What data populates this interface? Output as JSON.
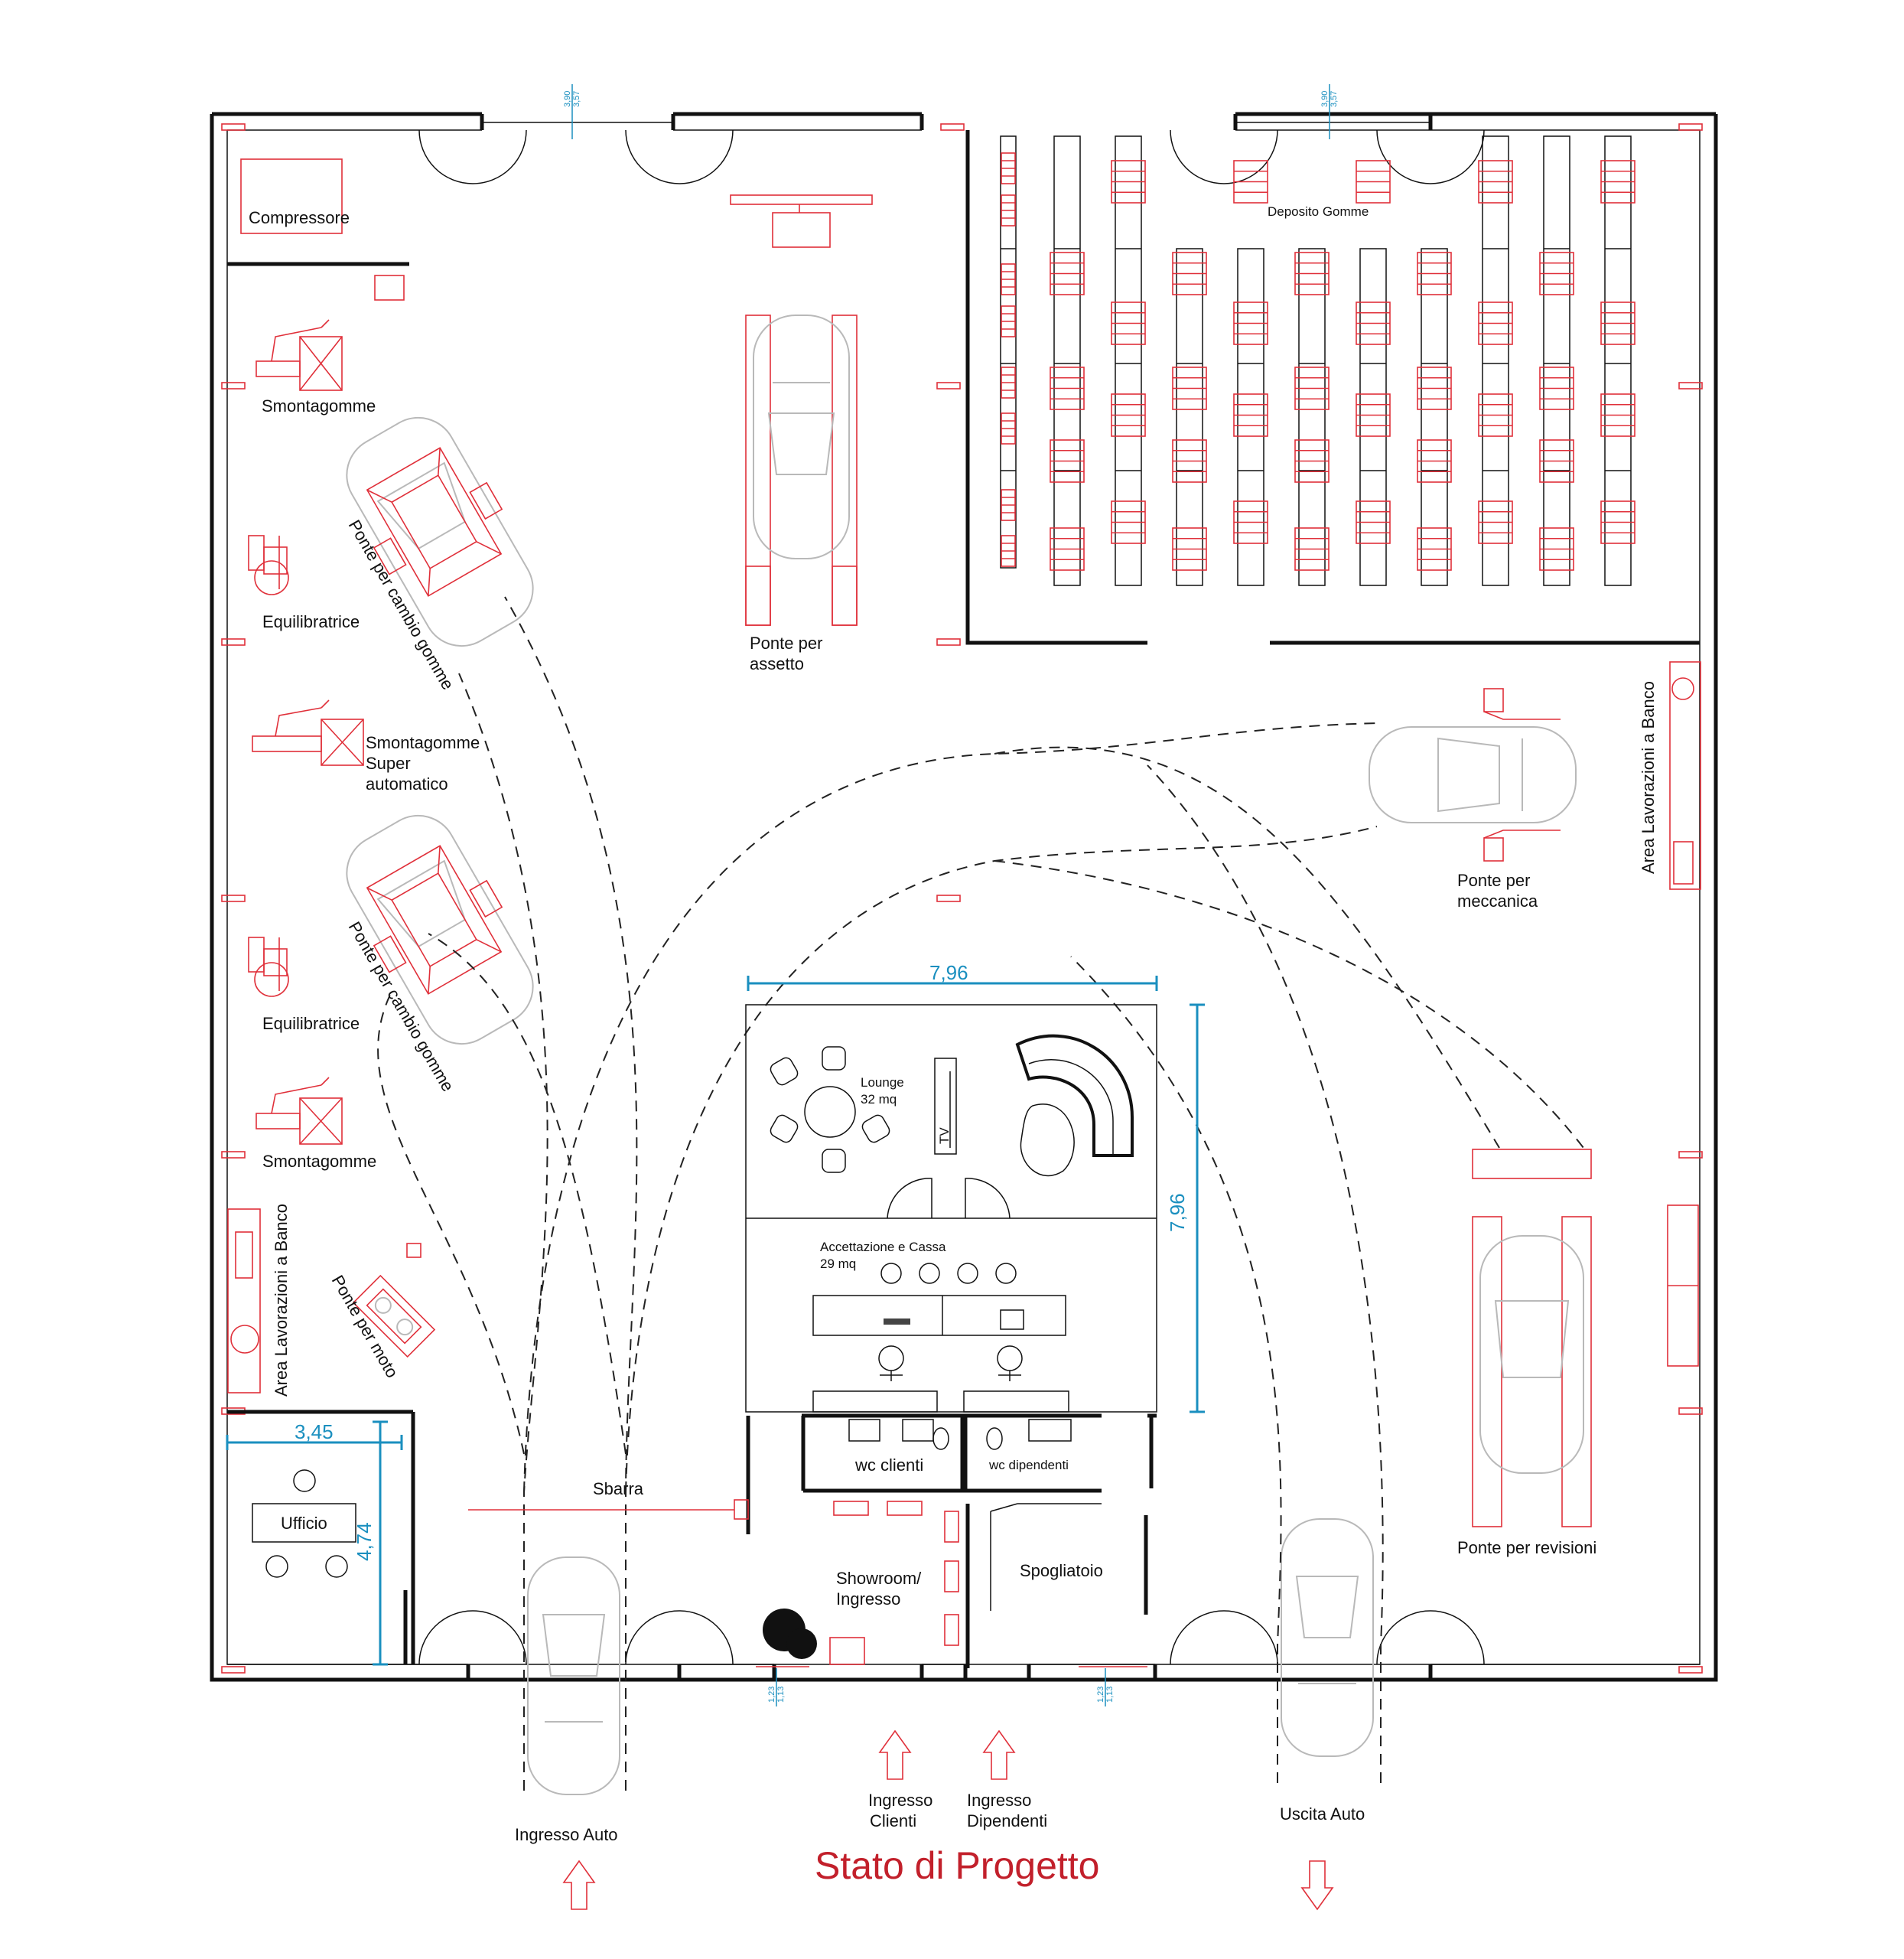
{
  "title": "Stato di Progetto",
  "labels": {
    "compressore": "Compressore",
    "smontagomme_1": "Smontagomme",
    "ponte_cambio_1": "Ponte per cambio gomme",
    "equilibratrice_1": "Equilibratrice",
    "smontagomme_super_1": "Smontagomme",
    "smontagomme_super_2": "Super",
    "smontagomme_super_3": "automatico",
    "ponte_cambio_2": "Ponte per cambio gomme",
    "equilibratrice_2": "Equilibratrice",
    "smontagomme_2": "Smontagomme",
    "area_banco_left": "Area Lavorazioni a Banco",
    "ponte_moto": "Ponte per moto",
    "ufficio": "Ufficio",
    "sbarra": "Sbarra",
    "ponte_assetto_1": "Ponte per",
    "ponte_assetto_2": "assetto",
    "deposito_gomme": "Deposito Gomme",
    "area_banco_right": "Area Lavorazioni a Banco",
    "ponte_meccanica_1": "Ponte per",
    "ponte_meccanica_2": "meccanica",
    "ponte_revisioni": "Ponte per revisioni",
    "lounge_1": "Lounge",
    "lounge_2": "32 mq",
    "tv": "TV",
    "accettazione_1": "Accettazione e Cassa",
    "accettazione_2": "29 mq",
    "wc_clienti": "wc clienti",
    "wc_dipendenti": "wc dipendenti",
    "showroom_1": "Showroom/",
    "showroom_2": "Ingresso",
    "spogliatoio": "Spogliatoio",
    "ingresso_clienti_1": "Ingresso",
    "ingresso_clienti_2": "Clienti",
    "ingresso_dipendenti_1": "Ingresso",
    "ingresso_dipendenti_2": "Dipendenti",
    "ingresso_auto": "Ingresso Auto",
    "uscita_auto": "Uscita Auto"
  },
  "dimensions": {
    "lounge_width": "7,96",
    "lounge_height": "7,96",
    "office_width": "3,45",
    "office_height": "4,74",
    "top_door_1_a": "3,90",
    "top_door_1_b": "3,57",
    "top_door_2_a": "3,90",
    "top_door_2_b": "3,57",
    "bottom_door_1_a": "1,23",
    "bottom_door_1_b": "1,13",
    "bottom_door_2_a": "1,23",
    "bottom_door_2_b": "1,13"
  },
  "colors": {
    "title": "#c2202b",
    "equipment": "#e0303a",
    "dimension": "#1a8fbf",
    "lounge_fill": "#fbecbf",
    "wall": "#111111"
  }
}
